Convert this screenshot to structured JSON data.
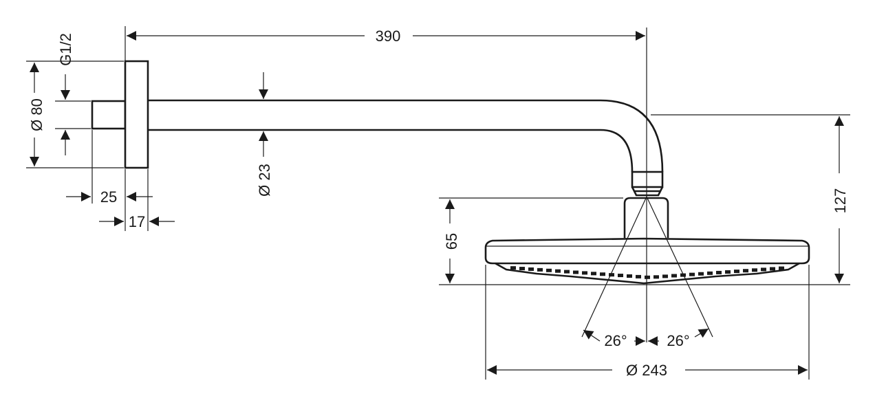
{
  "dimensions": {
    "arm_length": "390",
    "thread": "G1/2",
    "flange_diameter": "Ø 80",
    "pipe_diameter": "Ø 23",
    "wall_depth": "25",
    "flange_thickness": "17",
    "head_height": "65",
    "total_drop": "127",
    "spray_angle_left": "26°",
    "spray_angle_right": "26°",
    "head_diameter": "Ø 243"
  }
}
